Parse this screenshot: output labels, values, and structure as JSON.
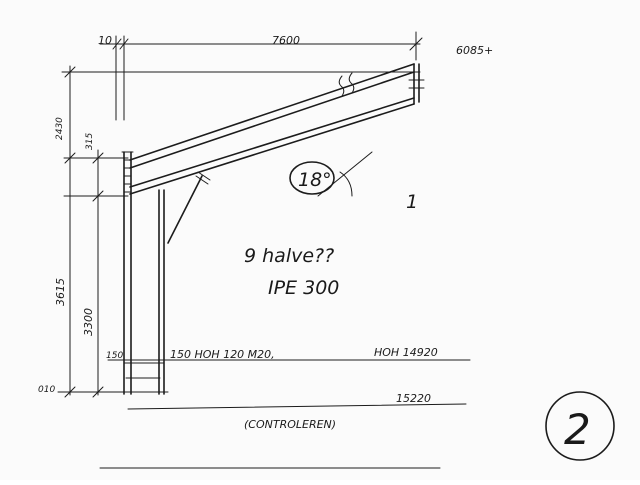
{
  "labels": {
    "dim_top_left": "10",
    "dim_top_span": "7600",
    "dim_top_right": "6085+",
    "dim_left_height_a": "2430",
    "dim_left_height_b": "315",
    "dim_left_total": "3615",
    "dim_left_column": "3300",
    "dim_left_base": "010",
    "dim_base_plate": "150",
    "angle": "18°",
    "stroke_mark": "1",
    "note_halve": "9 halve??",
    "note_profile": "IPE 300",
    "anchors_left": "150 HOH 120 M20,",
    "anchors_right": "HOH 14920",
    "dim_total": "15220",
    "control_note": "(CONTROLEREN)",
    "page_number": "2"
  }
}
